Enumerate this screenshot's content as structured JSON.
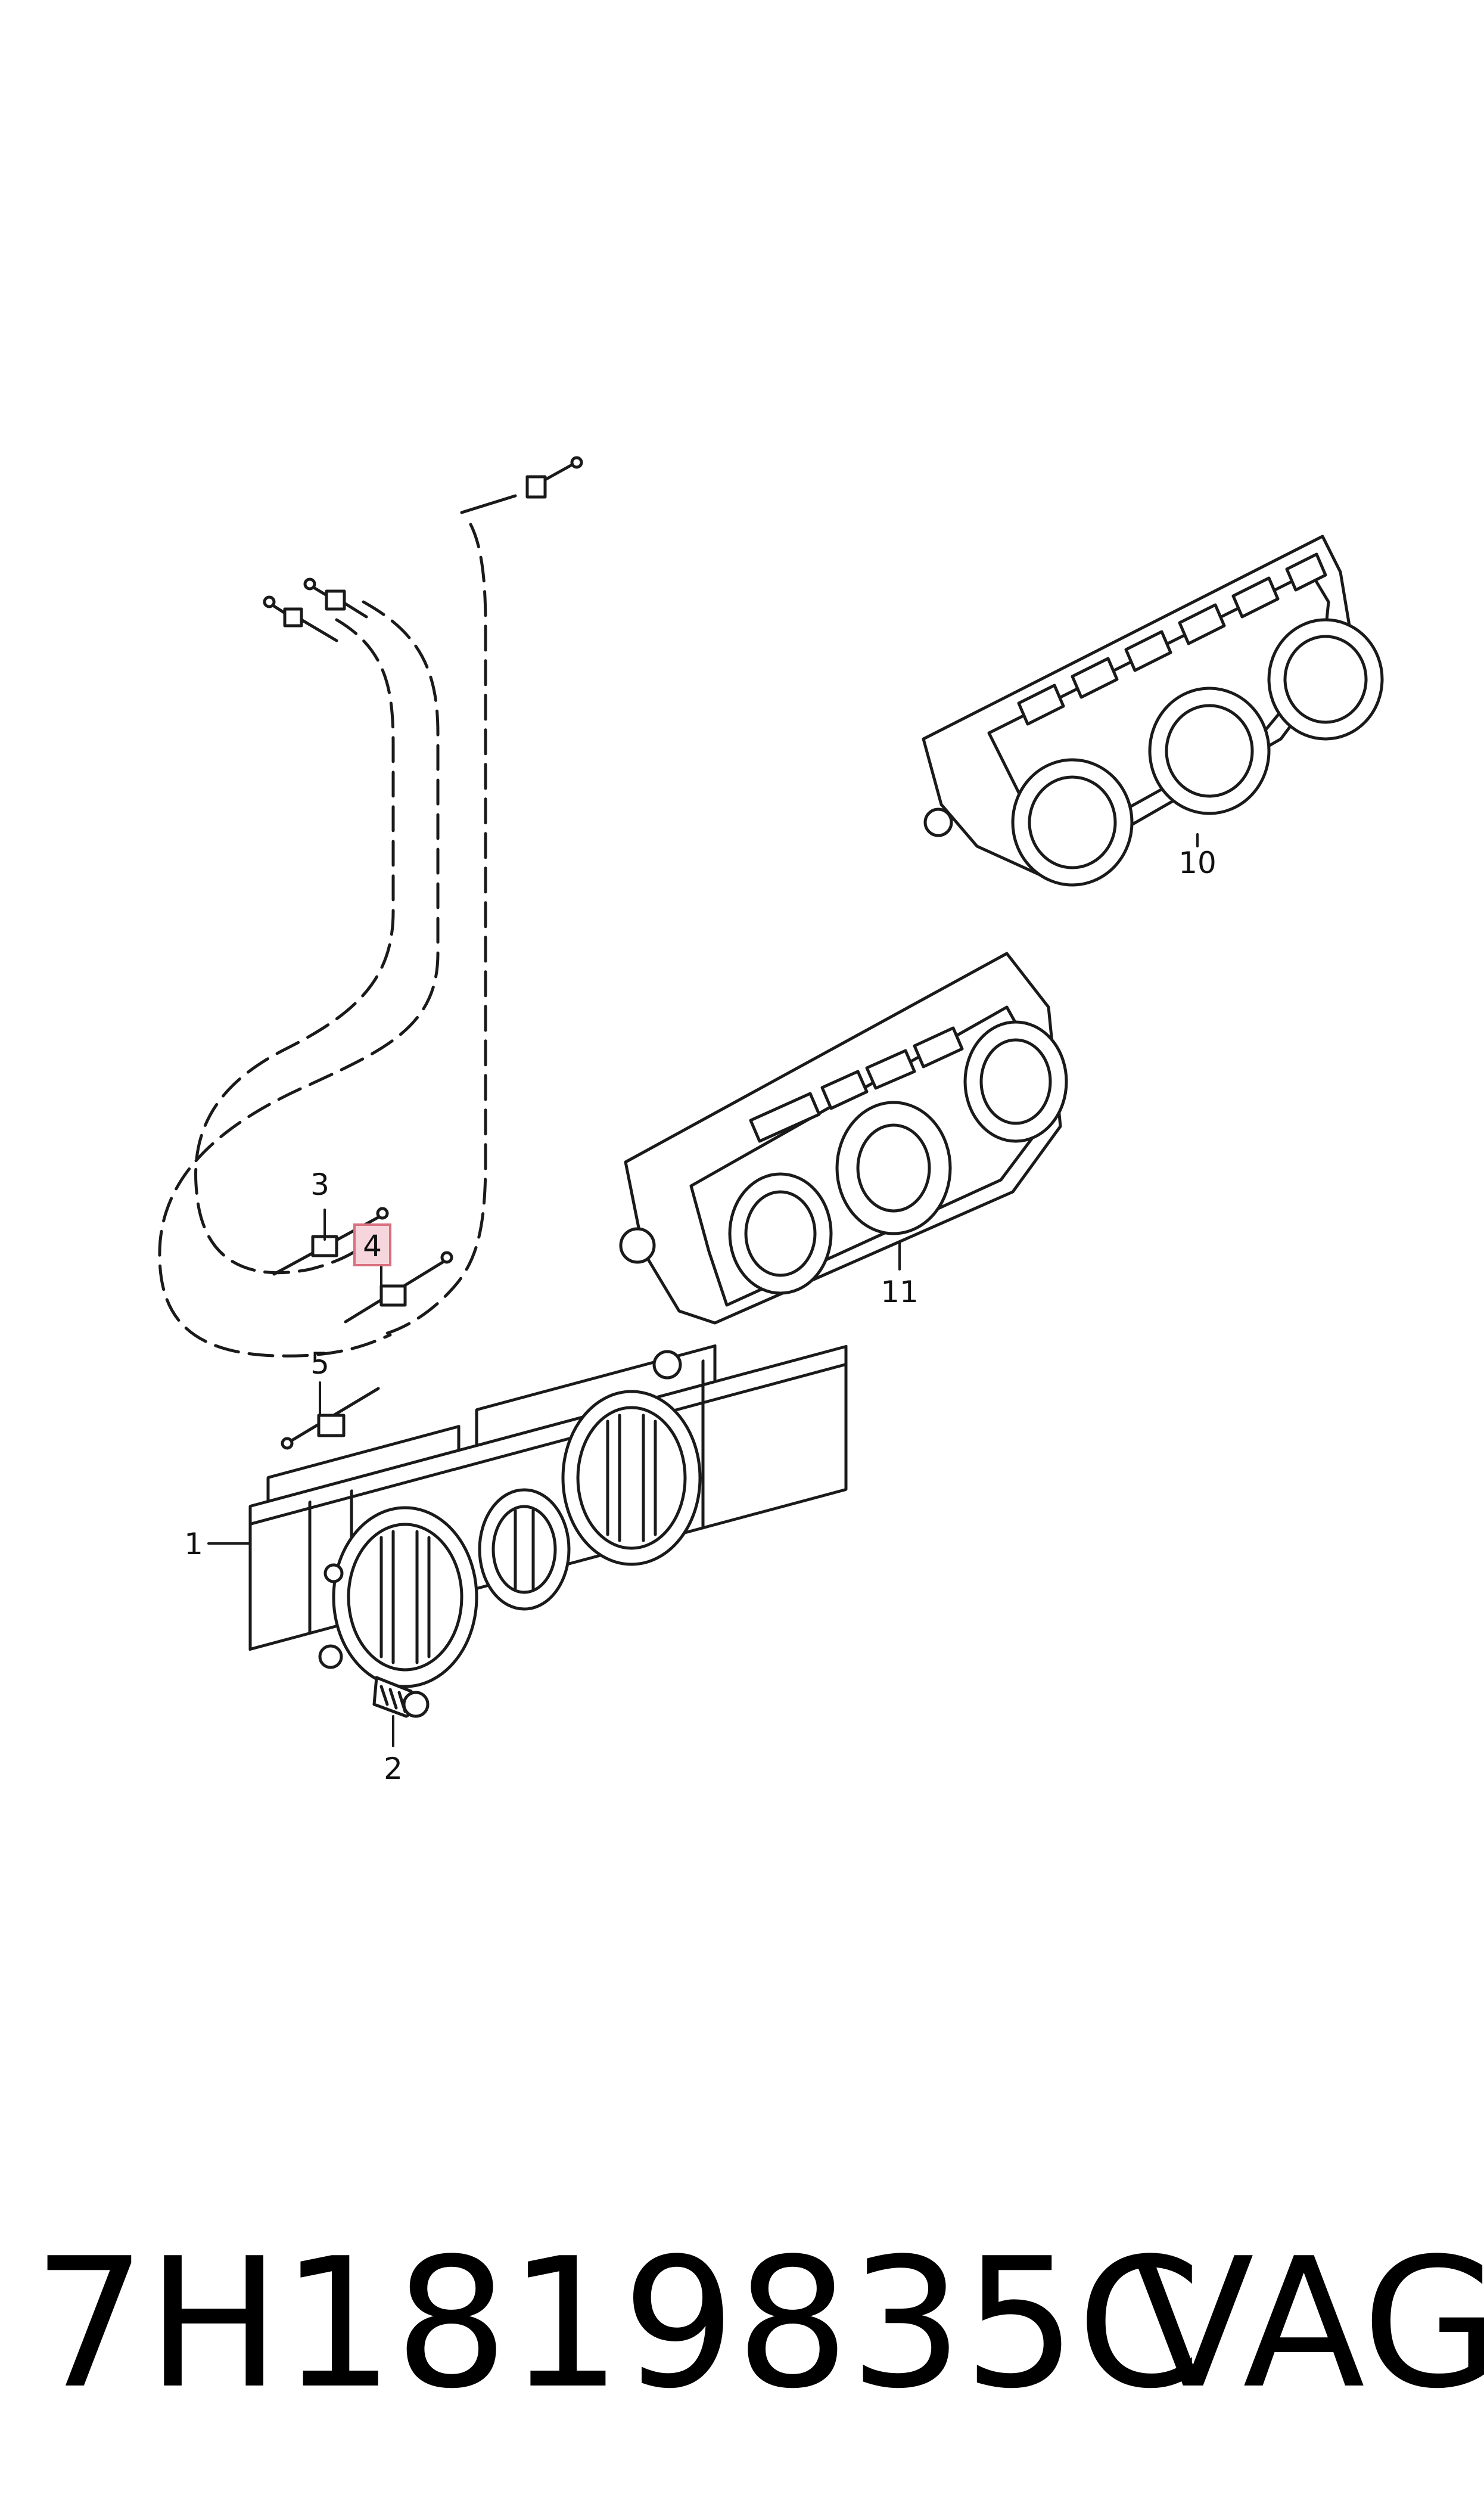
{
  "callouts": {
    "c1": "1",
    "c2": "2",
    "c3": "3",
    "c4": "4",
    "c5": "5",
    "c10": "10",
    "c11": "11"
  },
  "footer": {
    "part_number": "7H1819835C",
    "brand": "VAG"
  },
  "colors": {
    "line": "#1a1a1a",
    "highlight_fill": "#f6d6dc",
    "highlight_stroke": "#d9707f"
  }
}
